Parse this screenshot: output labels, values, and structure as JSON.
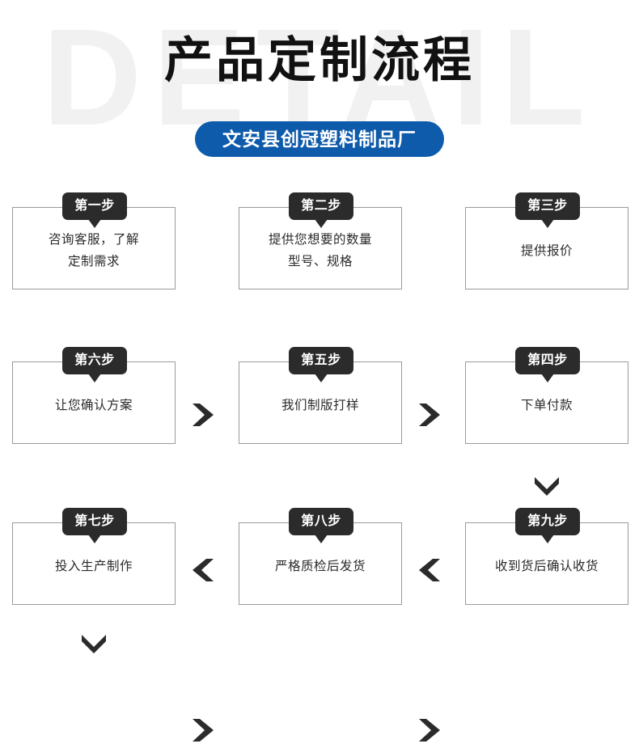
{
  "header": {
    "watermark": "DETAIL",
    "title": "产品定制流程",
    "brand": "文安县创冠塑料制品厂",
    "brand_color": "#0e5aab",
    "badge_color": "#2b2b2b",
    "box_border_color": "#9a9a9a"
  },
  "steps": [
    {
      "badge": "第一步",
      "text": "咨询客服，了解\n定制需求"
    },
    {
      "badge": "第二步",
      "text": "提供您想要的数量\n型号、规格"
    },
    {
      "badge": "第三步",
      "text": "提供报价"
    },
    {
      "badge": "第四步",
      "text": "下单付款"
    },
    {
      "badge": "第五步",
      "text": "我们制版打样"
    },
    {
      "badge": "第六步",
      "text": "让您确认方案"
    },
    {
      "badge": "第七步",
      "text": "投入生产制作"
    },
    {
      "badge": "第八步",
      "text": "严格质检后发货"
    },
    {
      "badge": "第九步",
      "text": "收到货后确认收货"
    }
  ],
  "connectors": [
    {
      "name": "arrow-step1-to-step2",
      "direction": "right"
    },
    {
      "name": "arrow-step2-to-step3",
      "direction": "right"
    },
    {
      "name": "arrow-step3-to-step4",
      "direction": "down"
    },
    {
      "name": "arrow-step4-to-step5",
      "direction": "left"
    },
    {
      "name": "arrow-step5-to-step6",
      "direction": "left"
    },
    {
      "name": "arrow-step6-to-step7",
      "direction": "down"
    },
    {
      "name": "arrow-step7-to-step8",
      "direction": "right"
    },
    {
      "name": "arrow-step8-to-step9",
      "direction": "right"
    }
  ]
}
